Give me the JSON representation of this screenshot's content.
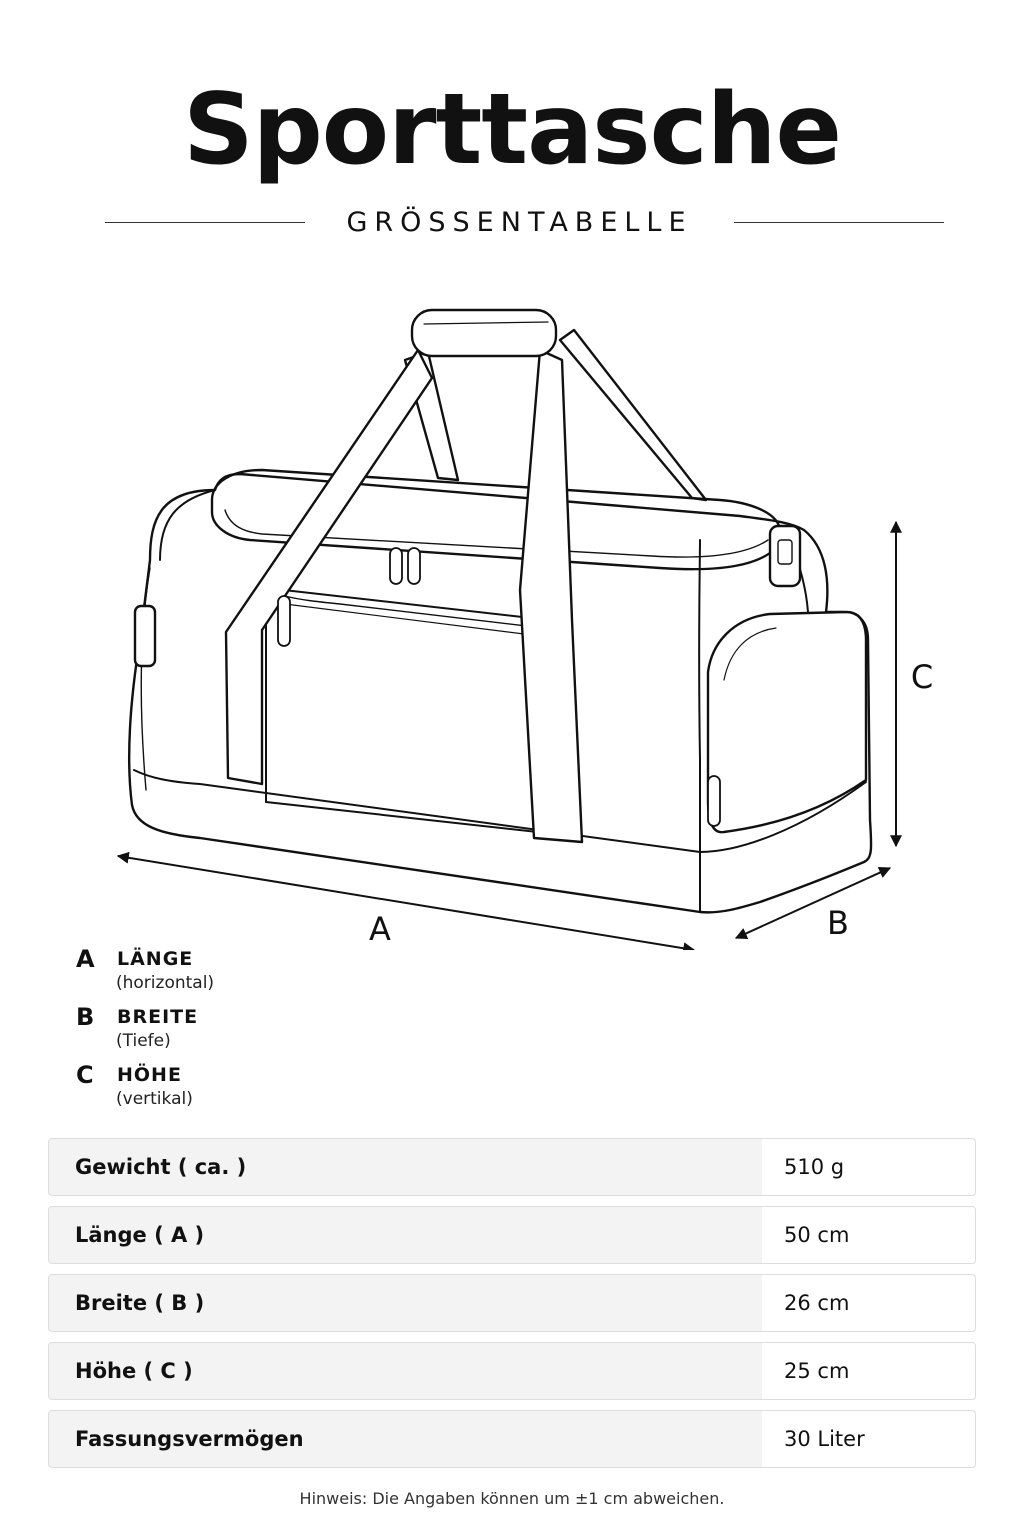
{
  "header": {
    "title": "Sporttasche",
    "subtitle": "GRÖSSENTABELLE"
  },
  "diagram": {
    "label_a": "A",
    "label_b": "B",
    "label_c": "C"
  },
  "legend": [
    {
      "letter": "A",
      "name": "LÄNGE",
      "note": "(horizontal)"
    },
    {
      "letter": "B",
      "name": "BREITE",
      "note": "(Tiefe)"
    },
    {
      "letter": "C",
      "name": "HÖHE",
      "note": "(vertikal)"
    }
  ],
  "specs": [
    {
      "label": "Gewicht ( ca. )",
      "value": "510 g"
    },
    {
      "label": "Länge ( A )",
      "value": "50 cm"
    },
    {
      "label": "Breite ( B )",
      "value": "26 cm"
    },
    {
      "label": "Höhe ( C )",
      "value": "25 cm"
    },
    {
      "label": "Fassungsvermögen",
      "value": "30 Liter"
    }
  ],
  "footnote": "Hinweis: Die Angaben können um ±1 cm abweichen."
}
